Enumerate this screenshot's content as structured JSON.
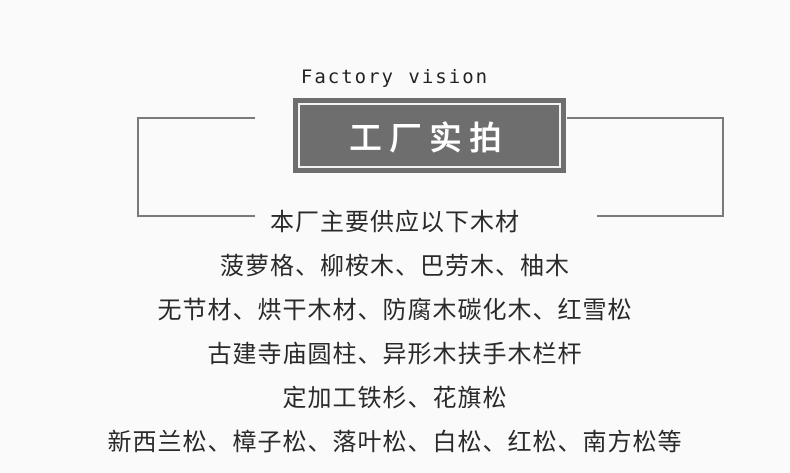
{
  "header": {
    "subtitle": "Factory vision",
    "title": "工厂实拍"
  },
  "content": {
    "lines": [
      "本厂主要供应以下木材",
      "菠萝格、柳桉木、巴劳木、柚木",
      "无节材、烘干木材、防腐木碳化木、红雪松",
      "古建寺庙圆柱、异形木扶手木栏杆",
      "定加工铁杉、花旗松",
      "新西兰松、樟子松、落叶松、白松、红松、南方松等"
    ]
  },
  "colors": {
    "background": "#fafafa",
    "title_box": "#6e6e6e",
    "frame_line": "#7a7a7a",
    "text": "#2a2a2a"
  }
}
